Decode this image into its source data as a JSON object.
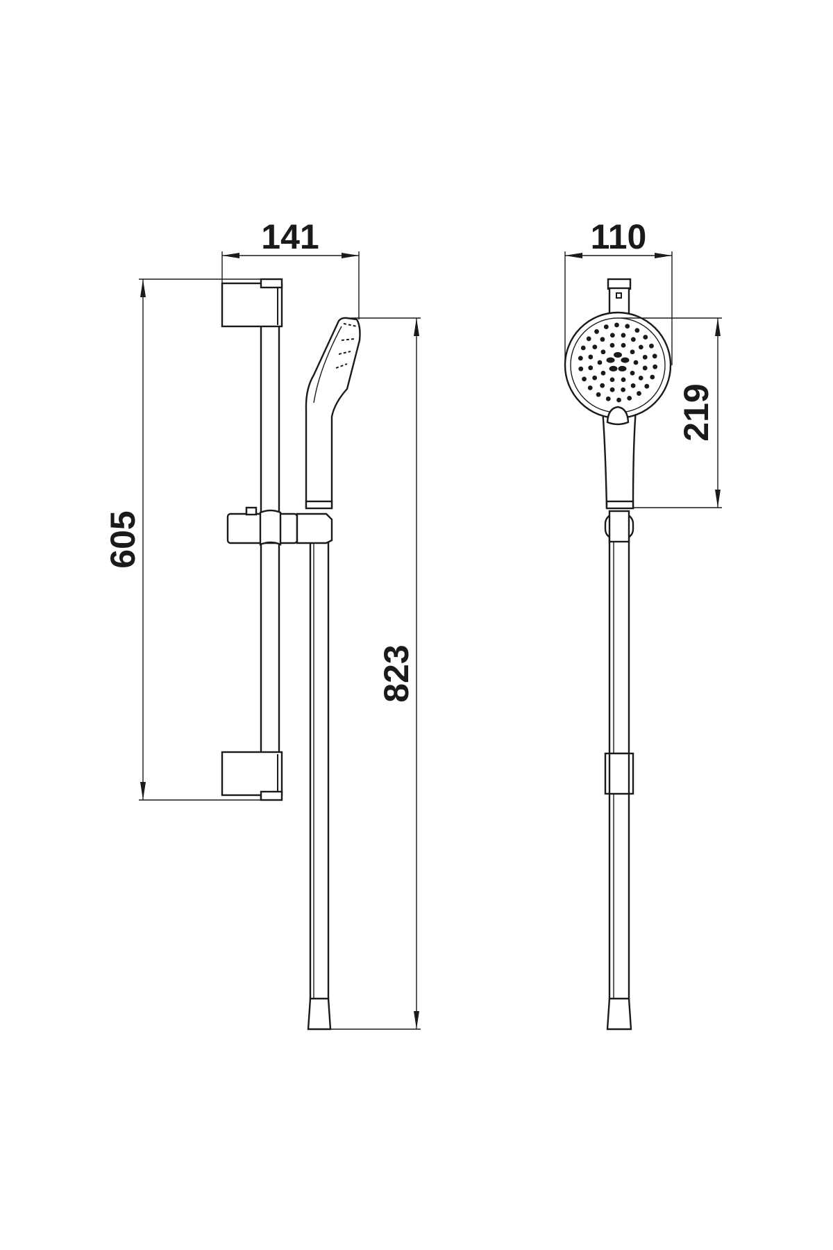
{
  "drawing": {
    "side_view": {
      "width_dimension": "141",
      "rail_height_dimension": "605",
      "total_height_dimension": "823"
    },
    "front_view": {
      "head_diameter_dimension": "110",
      "handset_length_dimension": "219"
    }
  }
}
